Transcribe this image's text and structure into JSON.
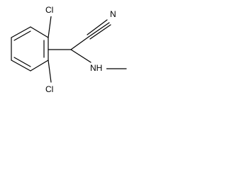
{
  "structure": {
    "labels": {
      "cl_top": "Cl",
      "nitrile_n": "N",
      "amine": "NH",
      "methyl": "",
      "cl_bottom": "Cl"
    }
  }
}
